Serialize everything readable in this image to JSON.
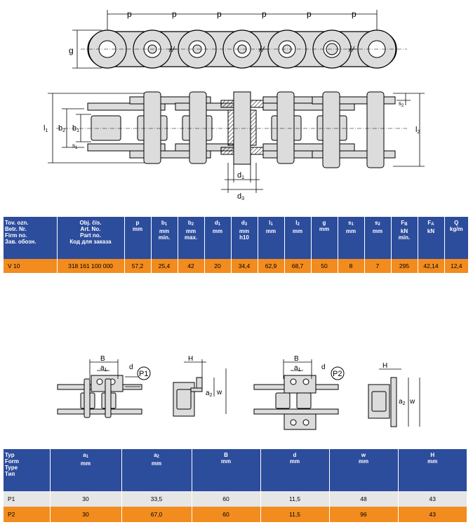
{
  "chain_drawing": {
    "pitch": "p",
    "height": "g",
    "inner_width": "b",
    "outer_width": "b",
    "pin_diameter": "d",
    "bush_diameter": "d",
    "length_l1": "l",
    "length_l2": "l",
    "plate_thickness_s1": "s",
    "plate_thickness_s2": "s",
    "sub1": "1",
    "sub2": "2",
    "sub3": "3"
  },
  "chain_table": {
    "headers": [
      [
        "Tov. ozn.",
        "Betr. Nr.",
        "Firm no.",
        "Зав. обозн."
      ],
      [
        "Obj. čís.",
        "Art. No.",
        "Part no.",
        "Код для заказа"
      ],
      [
        "p",
        "mm"
      ],
      [
        "b",
        "mm",
        "min."
      ],
      [
        "b",
        "mm",
        "max."
      ],
      [
        "d",
        "mm"
      ],
      [
        "d",
        "mm",
        "h10"
      ],
      [
        "l",
        "mm"
      ],
      [
        "l",
        "mm"
      ],
      [
        "g",
        "mm"
      ],
      [
        "s",
        "mm"
      ],
      [
        "s",
        "mm"
      ],
      [
        "F",
        "kN",
        "min."
      ],
      [
        "F",
        "kN"
      ],
      [
        "Q",
        "kg/m"
      ]
    ],
    "header_subs": [
      "",
      "",
      "",
      "1",
      "2",
      "1",
      "3",
      "1",
      "2",
      "",
      "1",
      "2",
      "B",
      "A",
      ""
    ],
    "rows": [
      [
        "V 10",
        "318 161 100 000",
        "57,2",
        "25,4",
        "42",
        "20",
        "34,4",
        "62,9",
        "68,7",
        "50",
        "8",
        "7",
        "295",
        "42,14",
        "12,4"
      ]
    ]
  },
  "attachment_drawing": {
    "p1_label": "P1",
    "p2_label": "P2",
    "B": "B",
    "a": "a",
    "a1_sub": "1",
    "a2_sub": "2",
    "d": "d",
    "H": "H",
    "w": "w"
  },
  "attachment_table": {
    "headers": [
      [
        "Typ",
        "Form",
        "Type",
        "Тип"
      ],
      [
        "a",
        "mm"
      ],
      [
        "a",
        "mm"
      ],
      [
        "B",
        "mm"
      ],
      [
        "d",
        "mm"
      ],
      [
        "w",
        "mm"
      ],
      [
        "H",
        "mm"
      ]
    ],
    "header_subs": [
      "",
      "1",
      "2",
      "",
      "",
      "",
      ""
    ],
    "rows": [
      [
        "P1",
        "30",
        "33,5",
        "60",
        "11,5",
        "48",
        "43"
      ],
      [
        "P2",
        "30",
        "67,0",
        "60",
        "11,5",
        "96",
        "43"
      ]
    ]
  },
  "colors": {
    "header_bg": "#2c4c9c",
    "highlight_row": "#f28c1e",
    "light_row": "#e6e6e6",
    "plate_fill": "#dcdcdc"
  }
}
